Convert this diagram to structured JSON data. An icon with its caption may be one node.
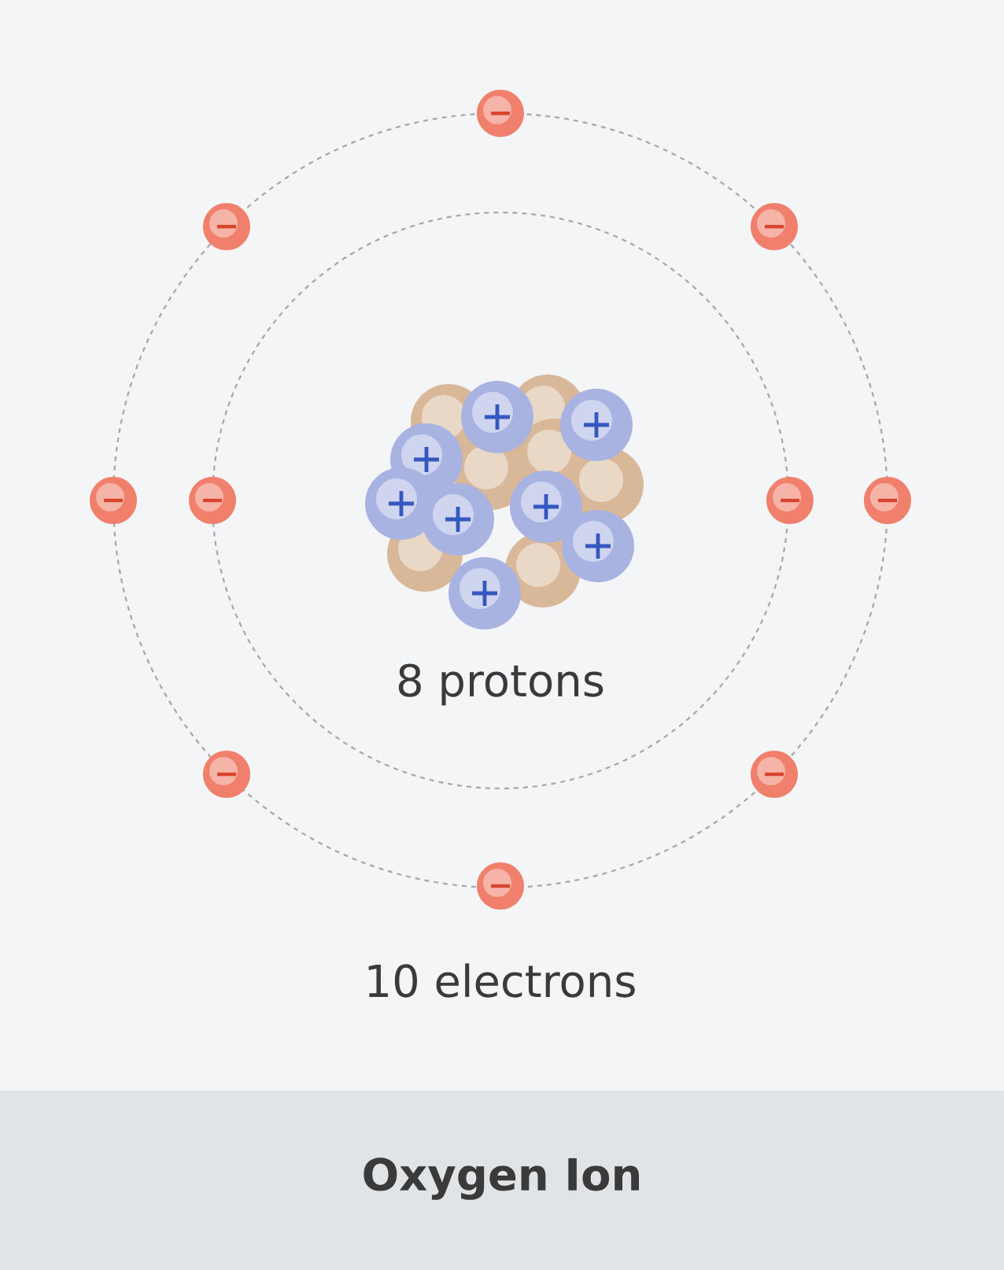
{
  "diagram": {
    "caption": "Oxygen Ion",
    "labels": [
      "8 protons",
      "10 electrons"
    ]
  }
}
